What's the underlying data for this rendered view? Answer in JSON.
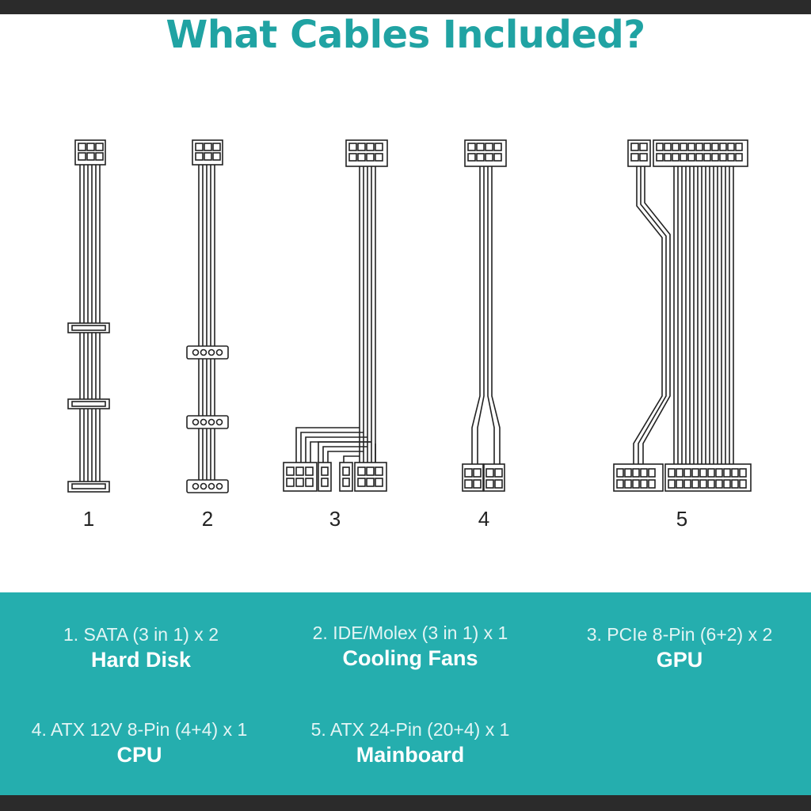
{
  "title": "What Cables Included?",
  "cables": [
    {
      "number": "1",
      "spec": "1. SATA (3 in 1) x 2",
      "use": "Hard Disk"
    },
    {
      "number": "2",
      "spec": "2. IDE/Molex (3 in 1) x 1",
      "use": "Cooling Fans"
    },
    {
      "number": "3",
      "spec": "3. PCIe 8-Pin (6+2) x 2",
      "use": "GPU"
    },
    {
      "number": "4",
      "spec": "4. ATX 12V 8-Pin (4+4) x 1",
      "use": "CPU"
    },
    {
      "number": "5",
      "spec": "5. ATX 24-Pin (20+4) x 1",
      "use": "Mainboard"
    }
  ],
  "colors": {
    "accent": "#20a3a3",
    "panel": "#25aeae",
    "frame": "#2b2b2b"
  }
}
